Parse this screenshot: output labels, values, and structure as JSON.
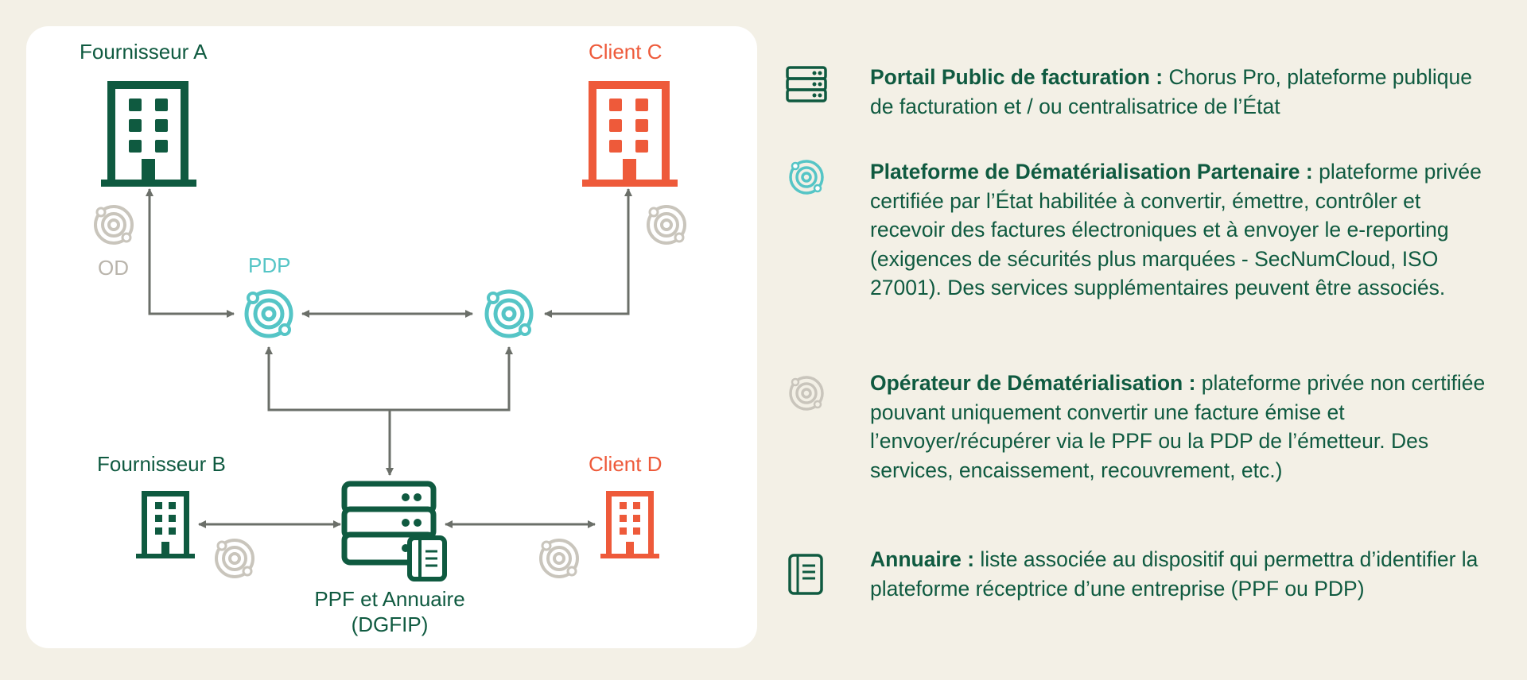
{
  "diagram": {
    "fournisseur_a": "Fournisseur A",
    "client_c": "Client C",
    "fournisseur_b": "Fournisseur B",
    "client_d": "Client D",
    "od": "OD",
    "pdp": "PDP",
    "ppf_line1": "PPF et Annuaire",
    "ppf_line2": "(DGFIP)"
  },
  "legend": [
    {
      "icon": "server-icon",
      "term": "Portail Public de facturation :",
      "description": " Chorus Pro, plateforme publique de facturation et / ou centralisatrice de l’État"
    },
    {
      "icon": "pdp-orbit-icon",
      "term": "Plateforme de Dématérialisation Partenaire :",
      "description": " plateforme privée certifiée par l’État habilitée à convertir, émettre, contrôler et recevoir des factures électroniques et à envoyer le e-reporting (exigences de sécurités plus marquées - SecNumCloud, ISO 27001). Des services supplémentaires peuvent être associés."
    },
    {
      "icon": "od-orbit-icon",
      "term": "Opérateur de Dématérialisation :",
      "description": " plateforme privée non certifiée pouvant uniquement convertir une facture émise et l’envoyer/récupérer via le PPF ou la PDP de l’émetteur. Des services, encaissement, recouvrement, etc.)"
    },
    {
      "icon": "book-icon",
      "term": "Annuaire :",
      "description": " liste associée au dispositif qui permettra d’identifier la plateforme réceptrice d’une entreprise (PPF ou PDP)"
    }
  ],
  "colors": {
    "background": "#f3f0e6",
    "green": "#0f5a40",
    "red": "#ee5a3a",
    "teal": "#55c5c6",
    "grey": "#b9b4ab",
    "arrow": "#6b6f69"
  }
}
